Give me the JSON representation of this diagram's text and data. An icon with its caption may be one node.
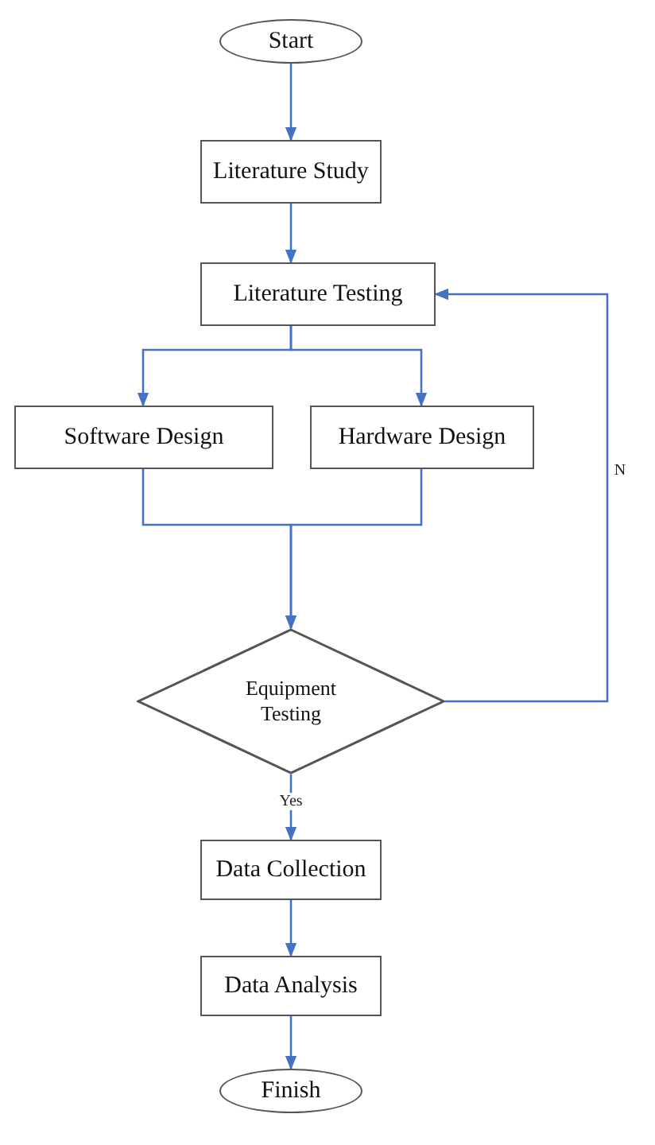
{
  "diagram": {
    "nodes": [
      {
        "text": [
          "Start"
        ]
      },
      {
        "text": [
          "Literature Study"
        ]
      },
      {
        "text": [
          "Literature Testing"
        ]
      },
      {
        "text": [
          "Software Design"
        ]
      },
      {
        "text": [
          "Hardware Design"
        ]
      },
      {
        "text": [
          "Equipment Testing"
        ]
      },
      {
        "text": [
          "Data Collection"
        ]
      },
      {
        "text": [
          "Data Analysis"
        ]
      },
      {
        "text": [
          "Finish"
        ]
      }
    ],
    "edges": [
      {
        "from": 0,
        "to": 1,
        "arrow": "to"
      },
      {
        "from": 1,
        "to": 2,
        "arrow": "to"
      },
      {
        "from": 2,
        "to": 3,
        "arrow": "to"
      },
      {
        "from": 2,
        "to": 4,
        "arrow": "to"
      },
      {
        "from": 3,
        "to": 5,
        "arrow": "to"
      },
      {
        "from": 4,
        "to": 5,
        "arrow": "to"
      },
      {
        "from": 5,
        "to": 2,
        "arrow": "to",
        "label": "N"
      },
      {
        "from": 5,
        "to": 6,
        "arrow": "to",
        "label": "Yes"
      },
      {
        "from": 6,
        "to": 7,
        "arrow": "to"
      },
      {
        "from": 7,
        "to": 8,
        "arrow": "to"
      }
    ]
  }
}
